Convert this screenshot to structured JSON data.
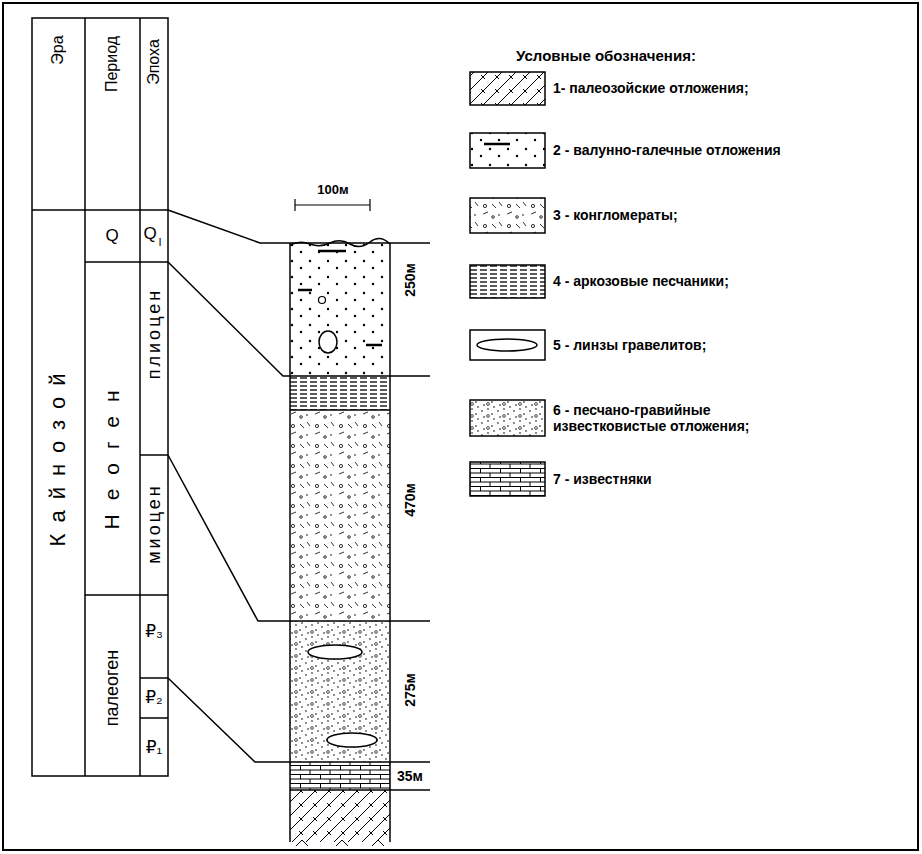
{
  "diagram": {
    "labels": [
      "Эра",
      "Период",
      "Эпоха",
      "Кайнозой",
      "Q",
      "Q",
      "I",
      "Неоген",
      "плиоцен",
      "миоцен",
      "палеоген",
      "₽₃",
      "₽₂",
      "₽₁",
      "100м",
      "250м",
      "470м",
      "275м",
      "35м",
      "Условные обозначения:"
    ],
    "legend": [
      {
        "text": "1- палеозойские отложения;"
      },
      {
        "text": "2 - валунно-галечные отложения"
      },
      {
        "text": "3 - конгломераты;"
      },
      {
        "text": "4 - аркозовые песчаники;"
      },
      {
        "text": "5 - линзы гравелитов;"
      },
      {
        "text": "6 - песчано-гравийные известковистые отложения;"
      },
      {
        "text": "7 - известняки"
      }
    ]
  }
}
